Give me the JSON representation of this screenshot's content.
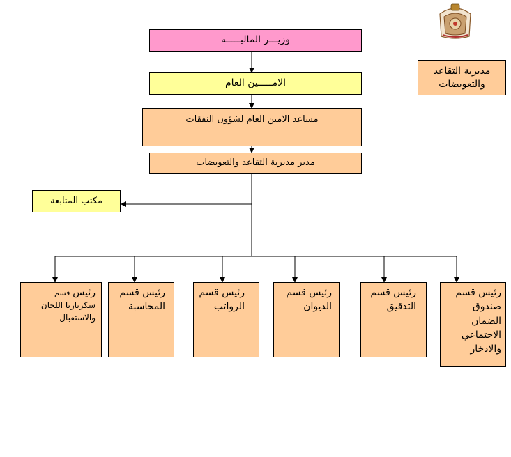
{
  "colors": {
    "minister_fill": "#ff99cc",
    "secretary_fill": "#ffff99",
    "unit_fill": "#ffcc99",
    "line": "#000000"
  },
  "emblem": {
    "icon": "jordan-coat-of-arms-icon"
  },
  "header_label": {
    "line1": "مديرية التقاعد",
    "line2": "والتعويضات"
  },
  "nodes": {
    "minister": "وزيـــر الماليـــــة",
    "secretary_general": "الامـــــين العام",
    "assistant_secretary": "مساعد الامين العام لشؤون النفقات",
    "director": "مدير مديرية التقاعد والتعويضات",
    "follow_up_office": "مكتب المتابعة"
  },
  "departments": [
    {
      "lines": [
        "رئيس قسم",
        "صندوق",
        "الضمان",
        "الاجتماعي",
        "والادخار"
      ]
    },
    {
      "lines": [
        "رئيس قسم",
        "التدقيق"
      ]
    },
    {
      "lines": [
        "رئيس قسم",
        "الديوان"
      ]
    },
    {
      "lines": [
        "رئيس قسم",
        "الرواتب"
      ]
    },
    {
      "lines": [
        "رئيس قسم",
        "المحاسبة"
      ]
    },
    {
      "first": "رئيس",
      "small": "قسم",
      "lines": [
        "سكرتاريا اللجان",
        "والاستقبال"
      ]
    }
  ]
}
